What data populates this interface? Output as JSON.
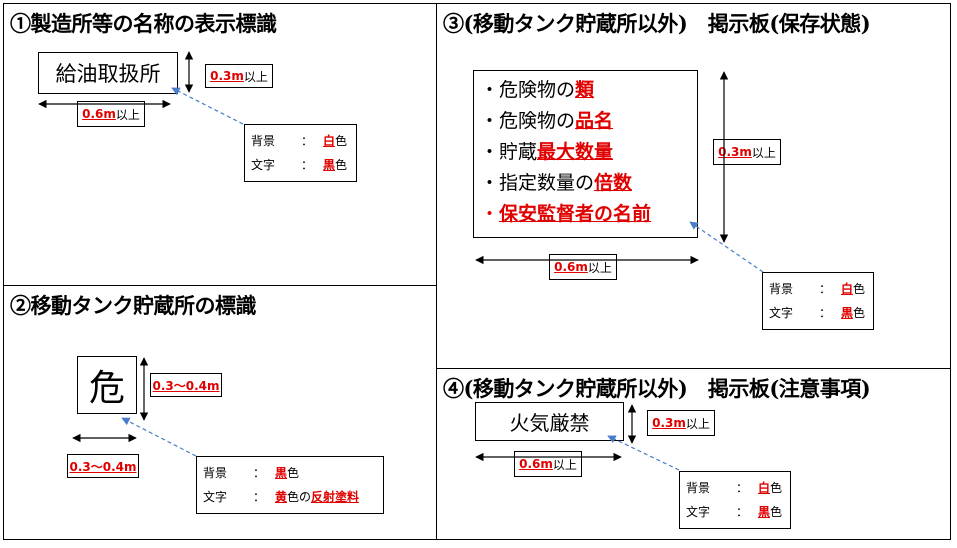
{
  "panels": {
    "p1": {
      "title": "①製造所等の名称の表示標識",
      "sign": "給油取扱所",
      "height_value": "0.3m",
      "height_suffix": "以上",
      "width_value": "0.6m",
      "width_suffix": "以上",
      "legend": {
        "bg_label": "背景",
        "colon": "：",
        "bg_color": "白",
        "bg_suffix": "色",
        "text_label": "文字",
        "text_color": "黒",
        "text_suffix": "色"
      }
    },
    "p2": {
      "title": "②移動タンク貯蔵所の標識",
      "sign": "危",
      "height_value": "0.3〜0.4m",
      "width_value": "0.3〜0.4m",
      "legend": {
        "bg_label": "背景",
        "colon": "：",
        "bg_color": "黒",
        "bg_suffix": "色",
        "text_label": "文字",
        "text_color": "黄",
        "text_mid": "色の",
        "text_extra": "反射塗料"
      }
    },
    "p3": {
      "title": "③(移動タンク貯蔵所以外)　掲示板(保存状態)",
      "items": [
        {
          "prefix": "・危険物の",
          "em": "類"
        },
        {
          "prefix": "・危険物の",
          "em": "品名"
        },
        {
          "prefix": "・貯蔵",
          "em": "最大数量"
        },
        {
          "prefix": "・指定数量の",
          "em": "倍数"
        },
        {
          "prefix": "・",
          "em": "保安監督者の名前"
        }
      ],
      "height_value": "0.3m",
      "height_suffix": "以上",
      "width_value": "0.6m",
      "width_suffix": "以上",
      "legend": {
        "bg_label": "背景",
        "colon": "：",
        "bg_color": "白",
        "bg_suffix": "色",
        "text_label": "文字",
        "text_color": "黒",
        "text_suffix": "色"
      }
    },
    "p4": {
      "title": "④(移動タンク貯蔵所以外)　掲示板(注意事項)",
      "sign": "火気厳禁",
      "height_value": "0.3m",
      "height_suffix": "以上",
      "width_value": "0.6m",
      "width_suffix": "以上",
      "legend": {
        "bg_label": "背景",
        "colon": "：",
        "bg_color": "白",
        "bg_suffix": "色",
        "text_label": "文字",
        "text_color": "黒",
        "text_suffix": "色"
      }
    }
  },
  "colors": {
    "emphasis": "#e00000",
    "leader": "#4a7cc7"
  }
}
